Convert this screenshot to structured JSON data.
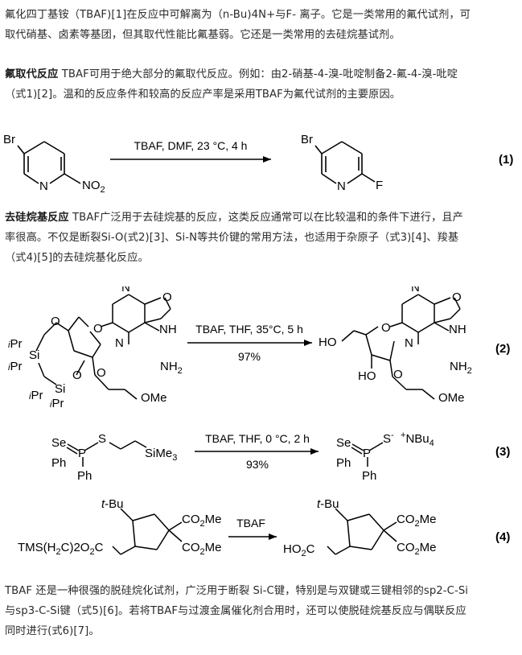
{
  "intro": {
    "line1": "氟化四丁基铵（TBAF)[1]在反应中可解离为（n-Bu)4N+与F- 离子。它是一类常用的氟代试剂，可",
    "line2": "取代硝基、卤素等基团，但其取代性能比氟基弱。它还是一类常用的去硅烷基试剂。"
  },
  "fluorination": {
    "heading": "氟取代反应",
    "line1_rest": " TBAF可用于绝大部分的氟取代反应。例如：由2-硝基-4-溴-吡啶制备2-氟-4-溴-吡啶",
    "line2": "（式1)[2]。温和的反应条件和较高的反应产率是采用TBAF为氟代试剂的主要原因。"
  },
  "desilylation": {
    "heading": "去硅烷基反应",
    "line1_rest": " TBAF广泛用于去硅烷基的反应，这类反应通常可以在比较温和的条件下进行，且产",
    "line2": "率很高。不仅是断裂Si-O(式2)[3]、Si-N等共价键的常用方法，也适用于杂原子（式3)[4]、羧基",
    "line3": "（式4)[5]的去硅烷基化反应。"
  },
  "closing": {
    "line1": "TBAF 还是一种很强的脱硅烷化试剂，广泛用于断裂 Si-C键，特别是与双键或三键相邻的sp2-C-Si",
    "line2": "与sp3-C-Si键（式5)[6]。若将TBAF与过渡金属催化剂合用时，还可以使脱硅烷基反应与偶联反应",
    "line3": "同时进行(式6)[7]。"
  },
  "schemes": {
    "eq1": {
      "label": "(1)",
      "conditions": "TBAF, DMF, 23 °C, 4 h"
    },
    "eq2": {
      "label": "(2)",
      "conditions": "TBAF, THF, 35°C, 5 h",
      "yield": "97%"
    },
    "eq3": {
      "label": "(3)",
      "conditions": "TBAF, THF, 0 °C, 2 h",
      "yield": "93%"
    },
    "eq4": {
      "label": "(4)",
      "conditions": "TBAF"
    }
  }
}
